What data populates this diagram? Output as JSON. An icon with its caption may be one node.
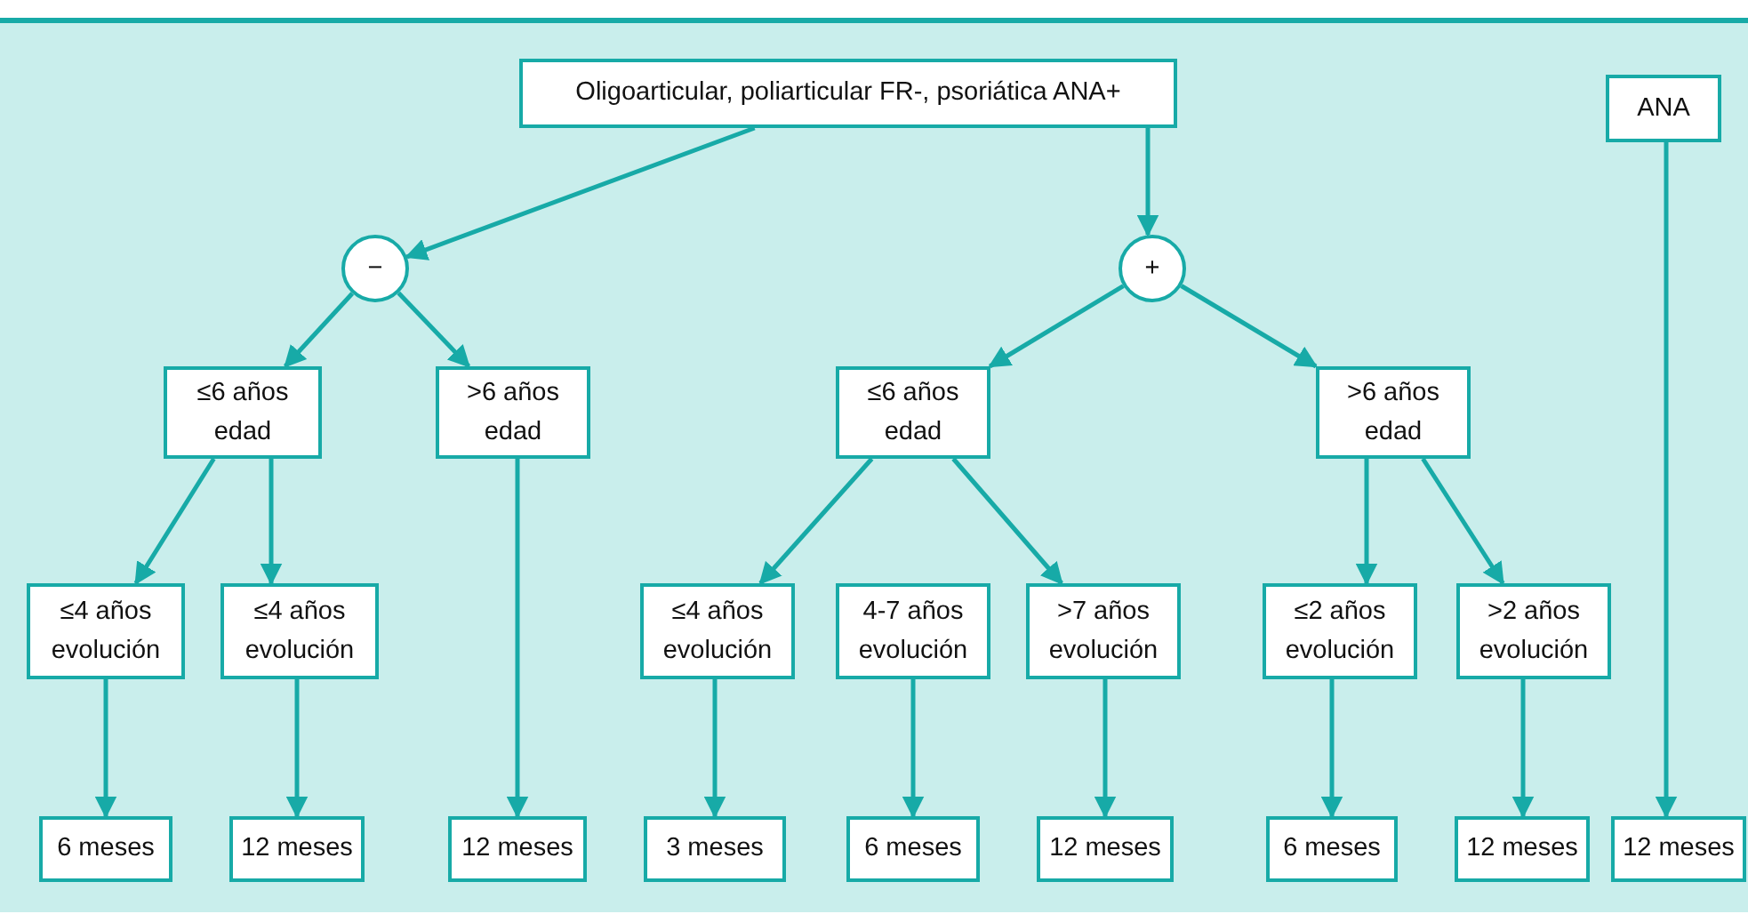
{
  "diagram": {
    "nodes": [
      {
        "text": [
          "Oligoarticular, poliarticular FR-, psoriática ANA+"
        ]
      },
      {
        "text": [
          "ANA"
        ]
      },
      {
        "text": [
          "−"
        ]
      },
      {
        "text": [
          "+"
        ]
      },
      {
        "text": [
          "≤6 años edad"
        ]
      },
      {
        "text": [
          ">6 años edad"
        ]
      },
      {
        "text": [
          "≤6 años edad"
        ]
      },
      {
        "text": [
          ">6 años edad"
        ]
      },
      {
        "text": [
          "≤4 años evolución"
        ]
      },
      {
        "text": [
          "≤4 años evolución"
        ]
      },
      {
        "text": [
          "≤4 años evolución"
        ]
      },
      {
        "text": [
          "4-7 años evolución"
        ]
      },
      {
        "text": [
          ">7 años evolución"
        ]
      },
      {
        "text": [
          "≤2 años evolución"
        ]
      },
      {
        "text": [
          ">2 años evolución"
        ]
      },
      {
        "text": [
          "6 meses"
        ]
      },
      {
        "text": [
          "12 meses"
        ]
      },
      {
        "text": [
          "12 meses"
        ]
      },
      {
        "text": [
          "3 meses"
        ]
      },
      {
        "text": [
          "6 meses"
        ]
      },
      {
        "text": [
          "12 meses"
        ]
      },
      {
        "text": [
          "6 meses"
        ]
      },
      {
        "text": [
          "12 meses"
        ]
      },
      {
        "text": [
          "12 meses"
        ]
      }
    ],
    "edges": [
      {
        "from": 0,
        "to": 2,
        "arrow": "to"
      },
      {
        "from": 0,
        "to": 3,
        "arrow": "to"
      },
      {
        "from": 2,
        "to": 4,
        "arrow": "to"
      },
      {
        "from": 2,
        "to": 5,
        "arrow": "to"
      },
      {
        "from": 3,
        "to": 6,
        "arrow": "to"
      },
      {
        "from": 3,
        "to": 7,
        "arrow": "to"
      },
      {
        "from": 4,
        "to": 8,
        "arrow": "to"
      },
      {
        "from": 4,
        "to": 9,
        "arrow": "to"
      },
      {
        "from": 6,
        "to": 10,
        "arrow": "to"
      },
      {
        "from": 6,
        "to": 12,
        "arrow": "to"
      },
      {
        "from": 7,
        "to": 13,
        "arrow": "to"
      },
      {
        "from": 7,
        "to": 14,
        "arrow": "to"
      },
      {
        "from": 8,
        "to": 15,
        "arrow": "to"
      },
      {
        "from": 9,
        "to": 16,
        "arrow": "to"
      },
      {
        "from": 5,
        "to": 17,
        "arrow": "to"
      },
      {
        "from": 10,
        "to": 18,
        "arrow": "to"
      },
      {
        "from": 11,
        "to": 19,
        "arrow": "to"
      },
      {
        "from": 12,
        "to": 20,
        "arrow": "to"
      },
      {
        "from": 13,
        "to": 21,
        "arrow": "to"
      },
      {
        "from": 14,
        "to": 22,
        "arrow": "to"
      },
      {
        "from": 1,
        "to": 23,
        "arrow": "to"
      }
    ]
  }
}
